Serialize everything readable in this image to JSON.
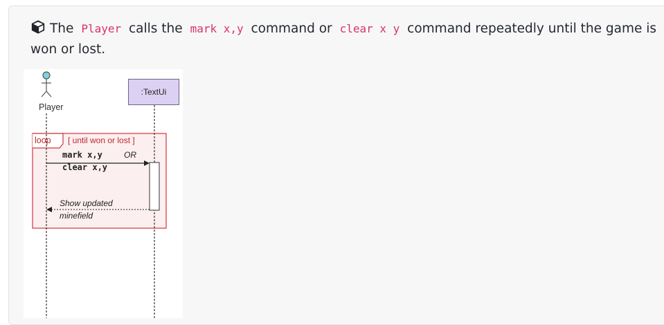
{
  "paragraph": {
    "icon": "cube-icon",
    "text_1": "The",
    "code_player": "Player",
    "text_2": "calls the",
    "code_mark": "mark x,y",
    "text_3": "command or",
    "code_clear": "clear x y",
    "text_4": "command repeatedly until the game is won or lost."
  },
  "diagram": {
    "actor_label": "Player",
    "object_label": ":TextUi",
    "loop_tag": "loop",
    "loop_guard": "[ until won or lost ]",
    "call_message_1": "mark x,y",
    "call_message_or": "OR",
    "call_message_2": "clear x,y",
    "return_message_1": "Show updated",
    "return_message_2": "minefield",
    "colors": {
      "loop_border": "#d4343c",
      "loop_fill": "#fcefef",
      "object_fill": "#dcd1f3",
      "actor_head": "#7ed3de",
      "code_text": "#d6336c"
    }
  }
}
